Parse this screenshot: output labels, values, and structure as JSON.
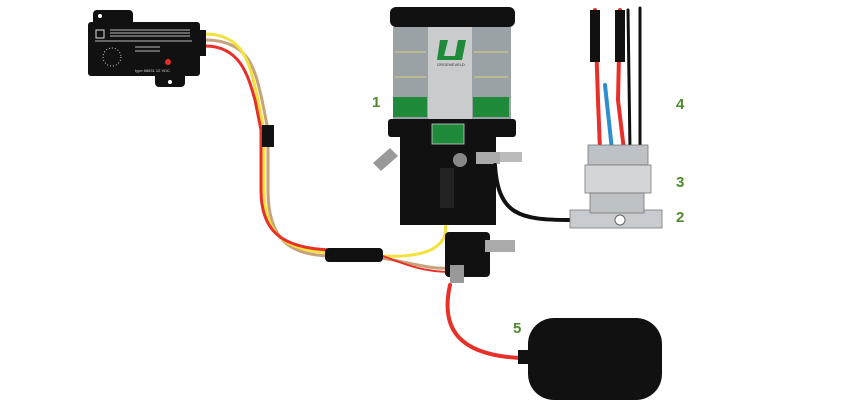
{
  "diagram": {
    "callouts": {
      "pump": "1",
      "distributor": "2",
      "fittings": "3",
      "lines": "4",
      "reservoir": "5"
    },
    "pump_brand": "GROENEVELD",
    "controller_type": "type 88831  12 VDC"
  },
  "colors": {
    "callout": "#4e8a2c",
    "wire_red": "#e8302a",
    "wire_yellow": "#f2e23a",
    "wire_tan": "#c8a27a",
    "hose_blue": "#2e8fd0",
    "pump_green": "#1e8a3a",
    "body": "#111111"
  }
}
